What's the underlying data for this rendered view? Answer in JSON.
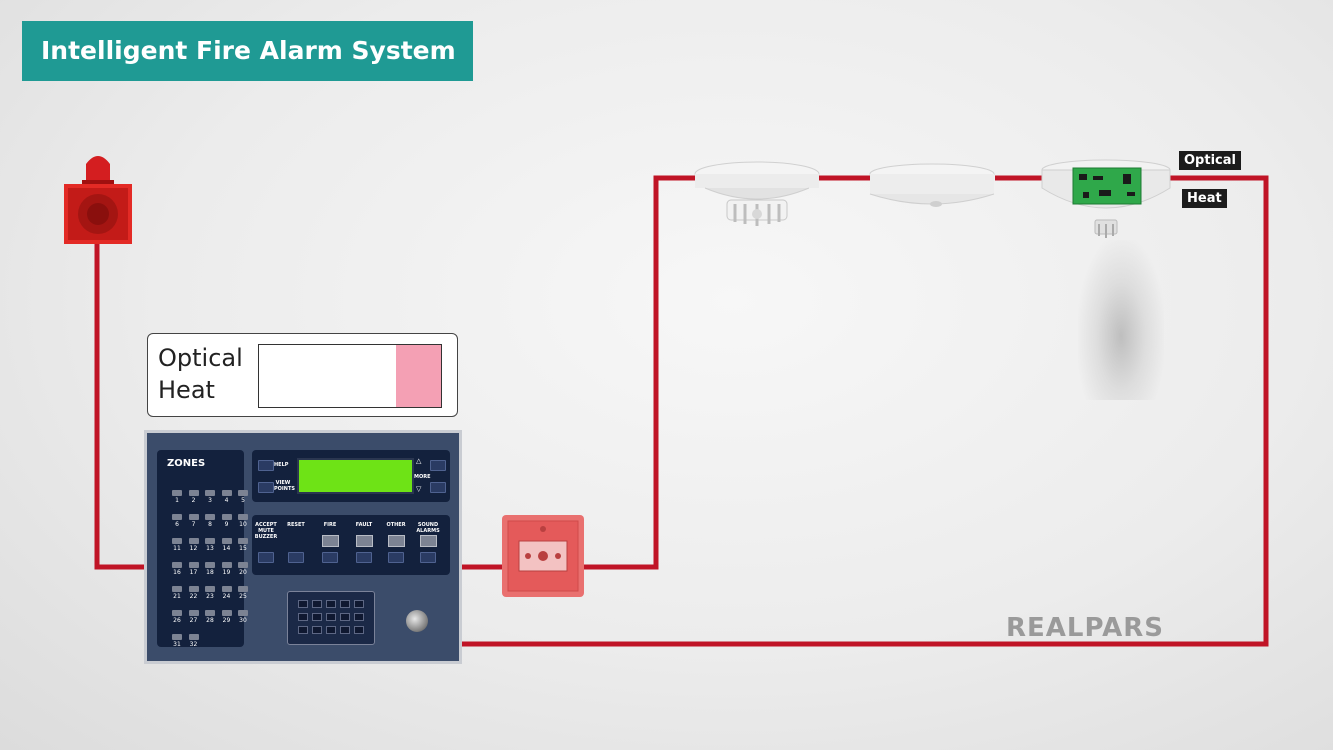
{
  "title": "Intelligent Fire Alarm System",
  "legend": {
    "line1": "Optical",
    "line2": "Heat",
    "fill_color": "#f4a0b4",
    "fill_fraction": 0.25
  },
  "panel": {
    "zones_title": "ZONES",
    "zones": [
      "1",
      "2",
      "3",
      "4",
      "5",
      "6",
      "7",
      "8",
      "9",
      "10",
      "11",
      "12",
      "13",
      "14",
      "15",
      "16",
      "17",
      "18",
      "19",
      "20",
      "21",
      "22",
      "23",
      "24",
      "25",
      "26",
      "27",
      "28",
      "29",
      "30",
      "31",
      "32"
    ],
    "display": {
      "help_label": "HELP",
      "view_points_label": "VIEW POINTS",
      "more_label": "MORE",
      "lcd_color": "#6ee316"
    },
    "controls": [
      "ACCEPT MUTE BUZZER",
      "RESET",
      "FIRE",
      "FAULT",
      "OTHER",
      "SOUND ALARMS"
    ]
  },
  "detector_tags": {
    "optical": "Optical",
    "heat": "Heat"
  },
  "logo_text": "REALPARS",
  "colors": {
    "wire": "#c01426",
    "banner": "#1f9a94",
    "panel": "#3b4c6a"
  }
}
